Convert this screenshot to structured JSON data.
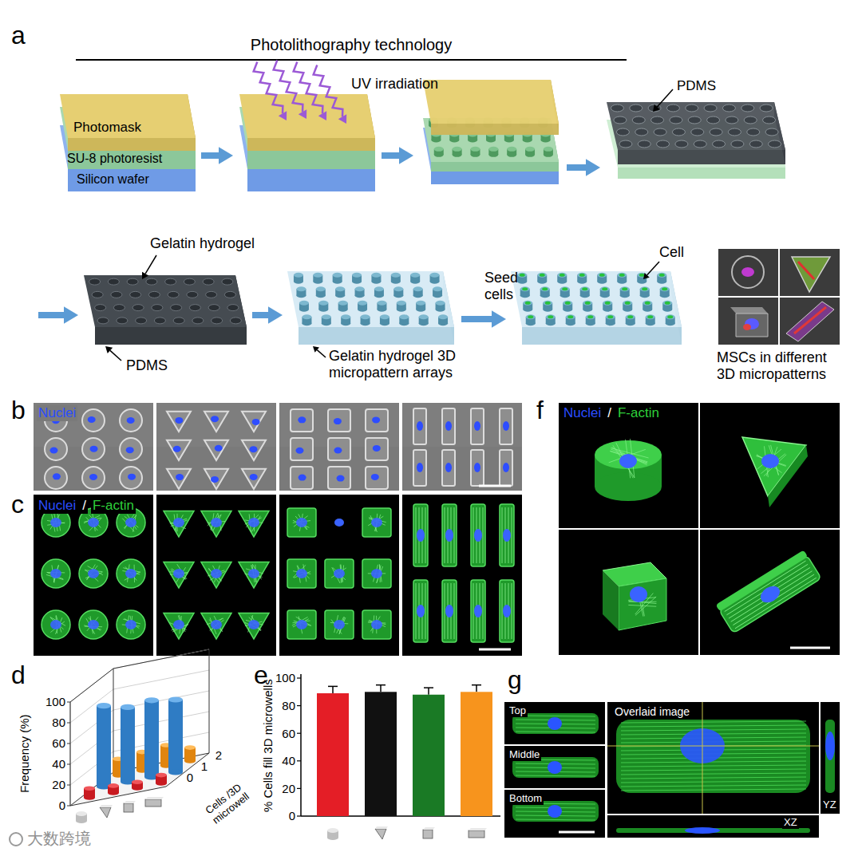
{
  "diagram": {
    "labels": [
      "a",
      "Photolithography technology",
      "UV irradiation",
      "Photomask",
      "SU-8 photoresist",
      "Silicon wafer",
      "PDMS",
      "Gelatin hydrogel",
      "PDMS",
      "Gelatin hydrogel 3D micropattern arrays",
      "Seed cells",
      "Cell",
      "MSCs in different 3D micropatterns",
      "b",
      "Nuclei",
      "c",
      "Nuclei",
      "/",
      "F-actin",
      "f",
      "Nuclei",
      "/",
      "F-actin",
      "d",
      "Frequency (%)",
      "100",
      "80",
      "60",
      "40",
      "20",
      "0",
      "0",
      "1",
      "2",
      "Cells /3D microwell",
      "e",
      "% Cells fill 3D microwells",
      "100",
      "80",
      "60",
      "40",
      "20",
      "0",
      "g",
      "Top",
      "Middle",
      "Bottom",
      "Overlaid image",
      "YZ",
      "XZ",
      "大数跨境"
    ]
  }
}
